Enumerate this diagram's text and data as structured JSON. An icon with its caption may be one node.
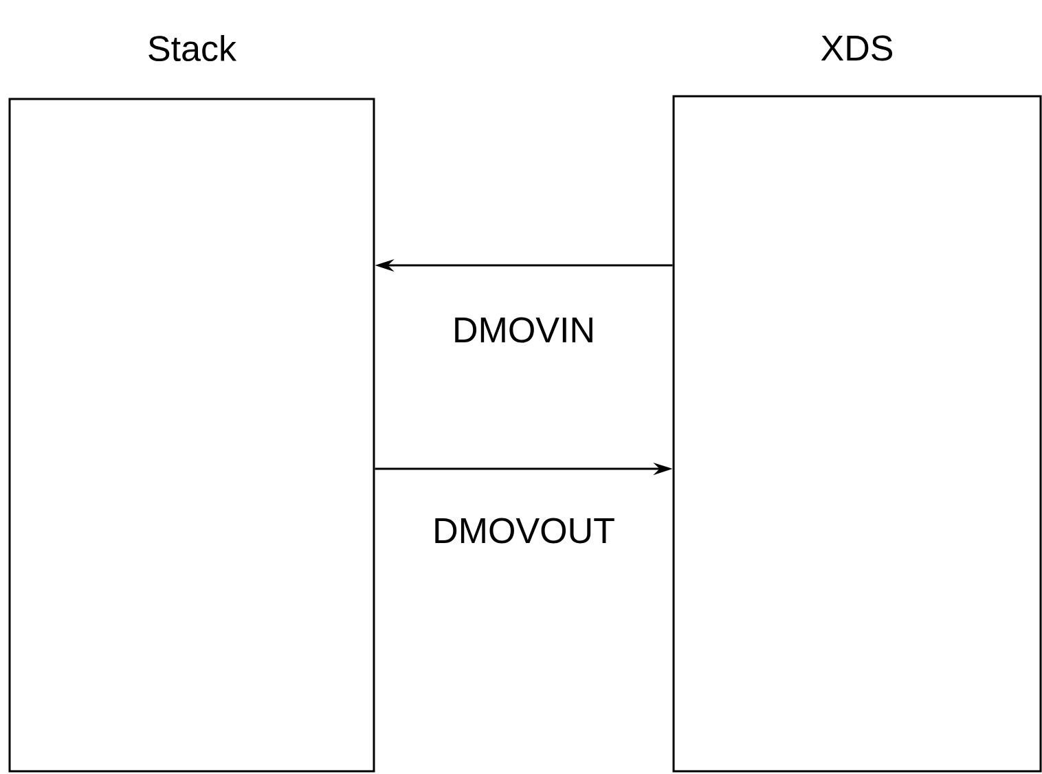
{
  "diagram": {
    "nodes": [
      {
        "text": [
          "Stack"
        ]
      },
      {
        "text": [
          "XDS"
        ]
      }
    ],
    "edges": [
      {
        "from": 1,
        "to": 0,
        "arrow": "to",
        "label": "DMOVIN"
      },
      {
        "from": 0,
        "to": 1,
        "arrow": "to",
        "label": "DMOVOUT"
      }
    ]
  }
}
